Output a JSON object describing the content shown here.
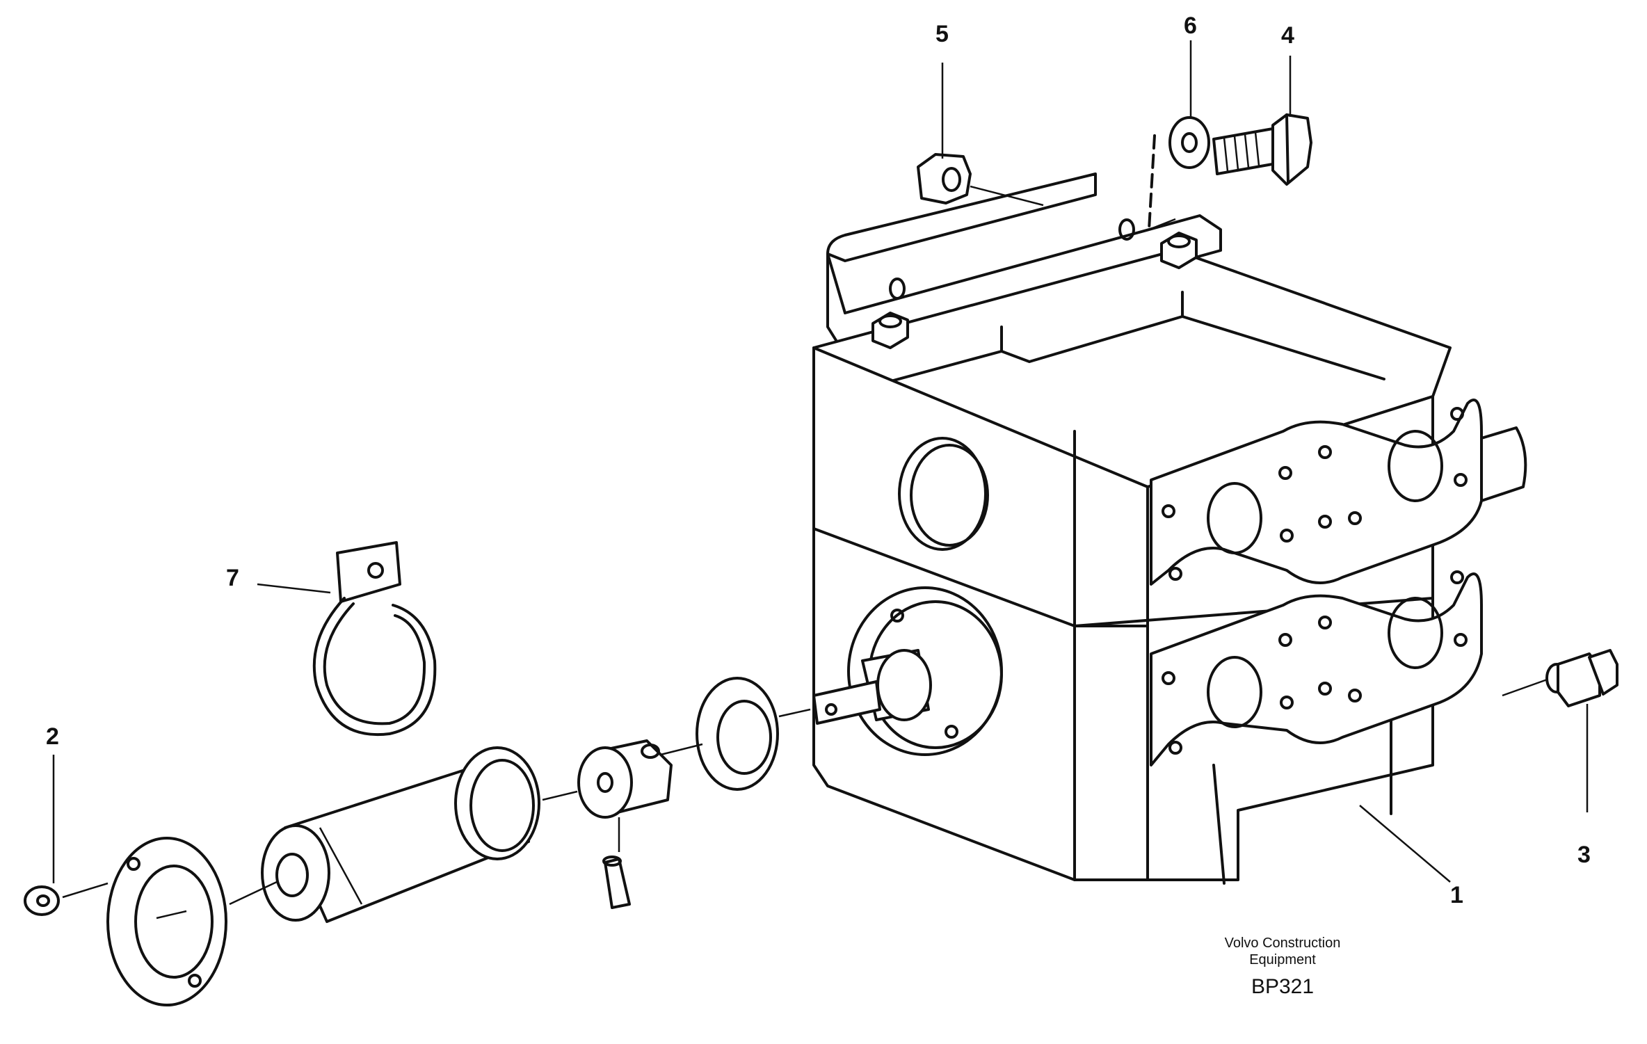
{
  "diagram": {
    "callouts": {
      "c1": "1",
      "c2": "2",
      "c3": "3",
      "c4": "4",
      "c5": "5",
      "c6": "6",
      "c7": "7"
    },
    "credit_line1": "Volvo Construction",
    "credit_line2": "Equipment",
    "drawing_code": "BP321"
  }
}
